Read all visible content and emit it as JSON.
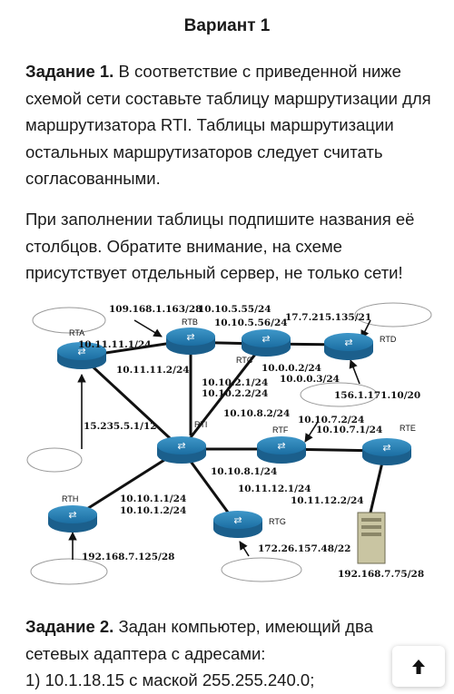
{
  "variant_title": "Вариант 1",
  "task1": {
    "label": "Задание 1.",
    "text": " В соответствие с приведенной ниже схемой сети составьте таблицу маршрутизации для маршрутизатора RTI. Таблицы маршрутизации остальных маршрутизаторов следует считать согласованными."
  },
  "task1_note": "При заполнении таблицы подпишите названия её столбцов. Обратите внимание, на схеме присутствует отдельный сервер, не только сети!",
  "diagram": {
    "routers": {
      "rta": "RTA",
      "rtb": "RTB",
      "rtc": "RTC",
      "rtd": "RTD",
      "rti": "RTI",
      "rtf": "RTF",
      "rte": "RTE",
      "rth": "RTH",
      "rtg": "RTG"
    },
    "addresses": {
      "a1": "109.168.1.163/28",
      "a2": "10.10.5.55/24",
      "a3": "10.10.5.56/24",
      "a4": "17.7.215.135/21",
      "a5": "10.11.11.1/24",
      "a6": "10.11.11.2/24",
      "a7": "10.0.0.2/24",
      "a8": "10.0.0.3/24",
      "a9": "10.10.2.1/24",
      "a10": "10.10.2.2/24",
      "a11": "156.1.171.10/20",
      "a12": "15.235.5.1/12",
      "a13": "10.10.8.2/24",
      "a14": "10.10.7.2/24",
      "a15": "10.10.7.1/24",
      "a16": "10.10.8.1/24",
      "a17": "10.11.12.1/24",
      "a18": "10.11.12.2/24",
      "a19": "10.10.1.1/24",
      "a20": "10.10.1.2/24",
      "a21": "172.26.157.48/22",
      "a22": "192.168.7.125/28",
      "a23": "192.168.7.75/28"
    }
  },
  "task2": {
    "label": "Задание 2.",
    "text": " Задан компьютер, имеющий два сетевых адаптера с адресами:"
  },
  "task2_item1": "1) 10.1.18.15 с маской 255.255.240.0;",
  "scroll_button": {
    "icon": "arrow-up-icon"
  }
}
